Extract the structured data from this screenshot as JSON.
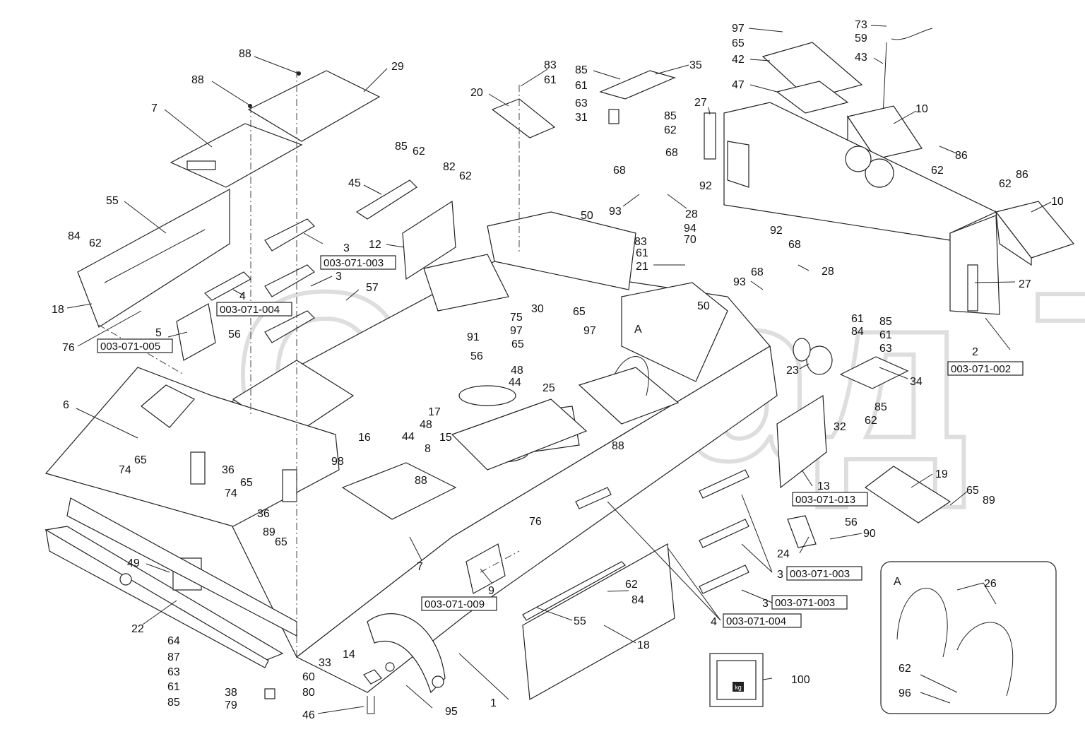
{
  "labels": {
    "l88a": "88",
    "l29": "29",
    "l88b": "88",
    "l7a": "7",
    "l83a": "83",
    "l61a": "61",
    "l20": "20",
    "l85a": "85",
    "l61b": "61",
    "l63a": "63",
    "l31": "31",
    "l35": "35",
    "l85b": "85",
    "l62a": "62",
    "l97a": "97",
    "l65a": "65",
    "l42": "42",
    "l47": "47",
    "l73": "73",
    "l59": "59",
    "l43": "43",
    "l10a": "10",
    "l86a": "86",
    "l62b": "62",
    "l27a": "27",
    "l68a": "68",
    "l68b": "68",
    "l92a": "92",
    "l93a": "93",
    "l28a": "28",
    "l50a": "50",
    "l55a": "55",
    "l84a": "84",
    "l62c": "62",
    "l85c": "85",
    "l62d": "62",
    "l82": "82",
    "l62e": "62",
    "l45": "45",
    "l12": "12",
    "l3a": "3",
    "l3b": "3",
    "l57": "57",
    "l18a": "18",
    "l4a": "4",
    "l5": "5",
    "l56a": "56",
    "l76a": "76",
    "l6": "6",
    "l83b": "83",
    "l61c": "61",
    "l21": "21",
    "l94": "94",
    "l70": "70",
    "l92b": "92",
    "l68c": "68",
    "l28b": "28",
    "l68d": "68",
    "l93b": "93",
    "l50b": "50",
    "l27b": "27",
    "l62f": "62",
    "l86b": "86",
    "l10b": "10",
    "l2": "2",
    "l61d": "61",
    "l84b": "84",
    "l85d": "85",
    "l61e": "61",
    "l63b": "63",
    "l23": "23",
    "l34": "34",
    "l85e": "85",
    "l62g": "62",
    "l32": "32",
    "l75": "75",
    "l30": "30",
    "l97b": "97",
    "l65b": "65",
    "l91": "91",
    "l56b": "56",
    "l65c": "65",
    "l97c": "97",
    "lA1": "A",
    "l48a": "48",
    "l44a": "44",
    "l25": "25",
    "l17": "17",
    "l48b": "48",
    "l16": "16",
    "l44b": "44",
    "l15": "15",
    "l8": "8",
    "l88c": "88",
    "l98": "98",
    "l88d": "88",
    "l36a": "36",
    "l36b": "36",
    "l65d": "65",
    "l74a": "74",
    "l65e": "65",
    "l74b": "74",
    "l89a": "89",
    "l65f": "65",
    "l49": "49",
    "l22": "22",
    "l7b": "7",
    "l76b": "76",
    "l9": "9",
    "l62h": "62",
    "l84c": "84",
    "l55b": "55",
    "l18b": "18",
    "l3c": "3",
    "l3d": "3",
    "l4b": "4",
    "l13": "13",
    "l19": "19",
    "l65g": "65",
    "l89b": "89",
    "l24": "24",
    "l56c": "56",
    "l90": "90",
    "l64": "64",
    "l87": "87",
    "l63c": "63",
    "l61f": "61",
    "l85f": "85",
    "l38": "38",
    "l79": "79",
    "l33": "33",
    "l14": "14",
    "l60": "60",
    "l80": "80",
    "l46": "46",
    "l95": "95",
    "l1": "1",
    "l100": "100",
    "lA2": "A",
    "l26": "26",
    "l62i": "62",
    "l96": "96"
  },
  "codes": {
    "c071_003a": "003-071-003",
    "c071_004a": "003-071-004",
    "c071_005": "003-071-005",
    "c071_002": "003-071-002",
    "c071_013": "003-071-013",
    "c071_009": "003-071-009",
    "c071_003b": "003-071-003",
    "c071_003c": "003-071-003",
    "c071_004b": "003-071-004"
  },
  "detail_box": {
    "title": "A"
  },
  "weight_sign": {
    "text": "kg"
  },
  "watermark": {
    "text": "Склад TM"
  }
}
